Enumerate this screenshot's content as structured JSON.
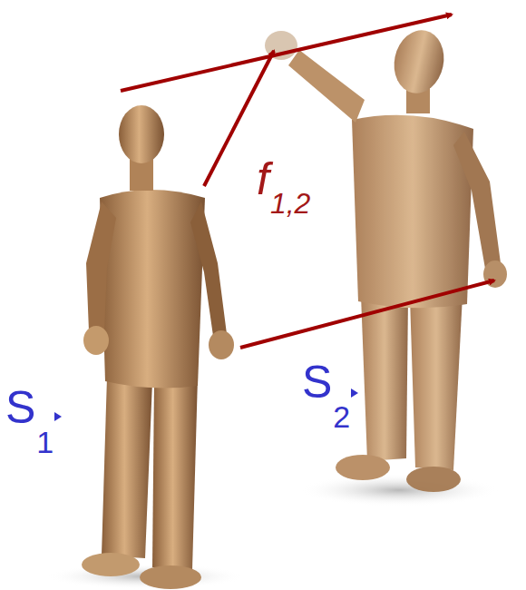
{
  "diagram": {
    "labels": [
      "S",
      "1",
      "S",
      "2",
      "f",
      "1,2"
    ]
  }
}
